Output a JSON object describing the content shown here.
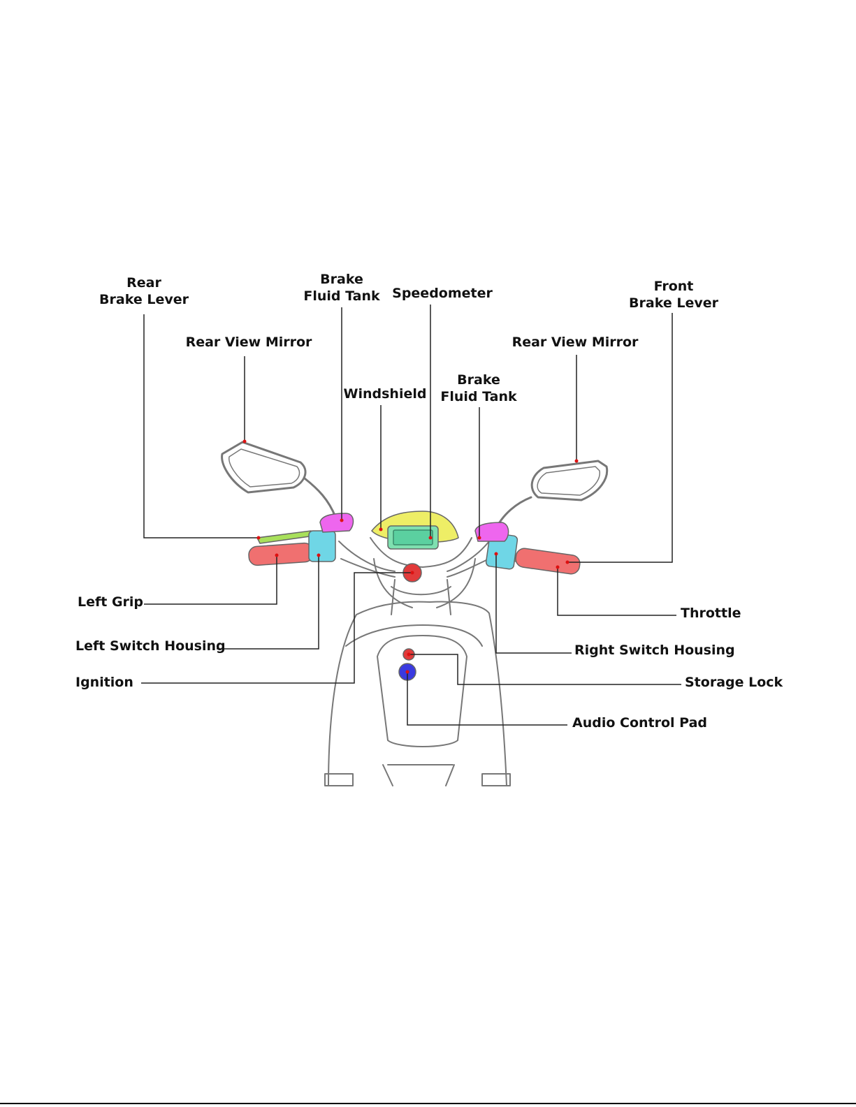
{
  "labels": {
    "rear_brake_lever": [
      "Rear",
      "Brake Lever"
    ],
    "rear_view_mirror_left": "Rear View Mirror",
    "brake_fluid_tank_left": [
      "Brake",
      "Fluid Tank"
    ],
    "speedometer": "Speedometer",
    "windshield": "Windshield",
    "brake_fluid_tank_right": [
      "Brake",
      "Fluid Tank"
    ],
    "rear_view_mirror_right": "Rear View Mirror",
    "front_brake_lever": [
      "Front",
      "Brake Lever"
    ],
    "left_grip": "Left Grip",
    "left_switch_housing": "Left Switch Housing",
    "ignition": "Ignition",
    "throttle": "Throttle",
    "right_switch_housing": "Right Switch Housing",
    "storage_lock": "Storage Lock",
    "audio_control_pad": "Audio Control Pad"
  },
  "part_colors": {
    "grip": "#f07070",
    "switch_housing": "#6fd6e6",
    "brake_fluid_tank": "#ee66ee",
    "brake_lever": "#a8e05a",
    "windshield": "#eeee66",
    "speedometer": "#7fe0b0",
    "ignition": "#e23a3a",
    "storage_lock": "#e23a3a",
    "audio_control_pad": "#3a3ae0",
    "outline": "#777777",
    "leader_line": "#222222",
    "marker_dot": "#dd1111"
  }
}
